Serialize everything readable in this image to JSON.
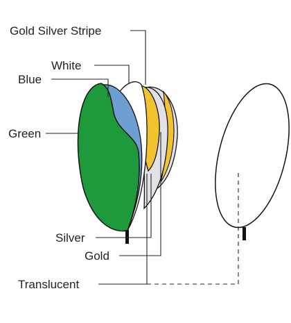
{
  "diagram": {
    "labels": {
      "gold_silver_stripe": "Gold Silver Stripe",
      "white": "White",
      "blue": "Blue",
      "green": "Green",
      "silver": "Silver",
      "gold": "Gold",
      "translucent": "Translucent"
    },
    "colors": {
      "green": "#1E9A3C",
      "blue": "#6F9FD0",
      "white": "#FFFFFF",
      "gold": "#F2C231",
      "silver": "#E2E2E6",
      "stripe_gold": "#F2C231",
      "stripe_silver": "#E2E2E6",
      "outline": "#111111",
      "leader": "#222222"
    },
    "icons": [
      "reflector-stack-icon",
      "translucent-diffuser-icon"
    ]
  }
}
